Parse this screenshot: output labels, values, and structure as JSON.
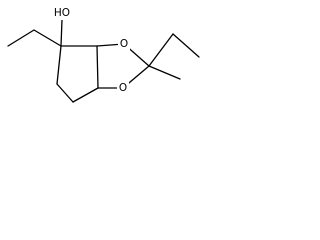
{
  "molecule": {
    "atoms": {
      "hydroxyl": "HO",
      "ring_oxygen_upper": "O",
      "ring_oxygen_lower": "O"
    }
  },
  "colors": {
    "background": "#ffffff",
    "bond": "#000000",
    "text": "#000000"
  }
}
